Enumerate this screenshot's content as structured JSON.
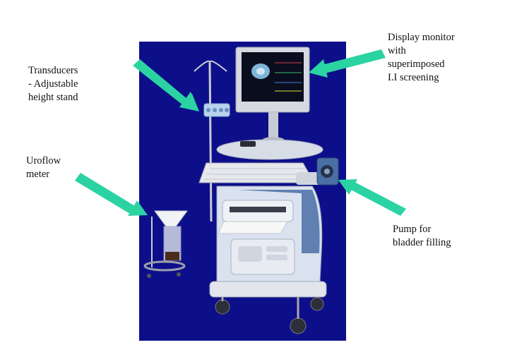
{
  "labels": {
    "transducers": {
      "line1": "Transducers",
      "line2": "- Adjustable",
      "line3": "height stand"
    },
    "uroflow": {
      "line1": "Uroflow",
      "line2": "meter"
    },
    "display": {
      "line1": "Display monitor",
      "line2": "with",
      "line3": "superimposed",
      "line4": "I.I screening"
    },
    "pump": {
      "line1": "Pump for",
      "line2": "bladder filling"
    }
  },
  "colors": {
    "background_panel": "#0d0f8a",
    "arrow": "#2bd3a3",
    "device_body": "#d9e2ee",
    "device_blue": "#4a6fa6"
  }
}
